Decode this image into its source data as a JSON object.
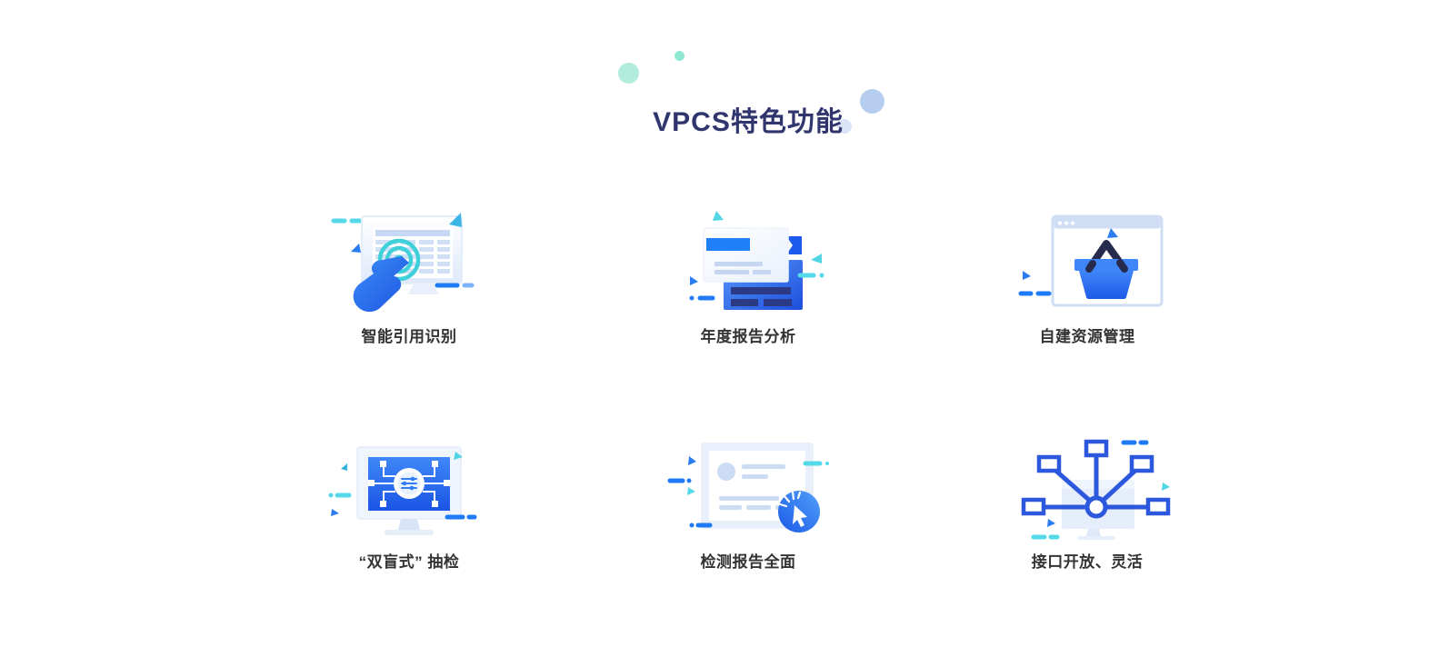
{
  "header": {
    "title": "VPCS特色功能",
    "title_color": "#30356e"
  },
  "decorations": {
    "mint_circle_large_color": "#b2ecdc",
    "mint_circle_small_color": "#90e8d3",
    "blue_circle_large_color": "#b6cdf0",
    "blue_circle_small_color": "#d9e5f7"
  },
  "features": [
    {
      "label": "智能引用识别",
      "icon": "smart-citation-icon"
    },
    {
      "label": "年度报告分析",
      "icon": "annual-report-icon"
    },
    {
      "label": "自建资源管理",
      "icon": "resource-basket-icon"
    },
    {
      "label": "“双盲式” 抽检",
      "icon": "double-blind-monitor-icon"
    },
    {
      "label": "检测报告全面",
      "icon": "report-click-icon"
    },
    {
      "label": "接口开放、灵活",
      "icon": "open-api-network-icon"
    }
  ],
  "colors": {
    "primary_blue": "#1f7bf5",
    "deep_blue": "#1d55e0",
    "navy": "#262b4e",
    "teal": "#55d8e8",
    "light_fill": "#ccdcf5",
    "label_text": "#333333"
  }
}
